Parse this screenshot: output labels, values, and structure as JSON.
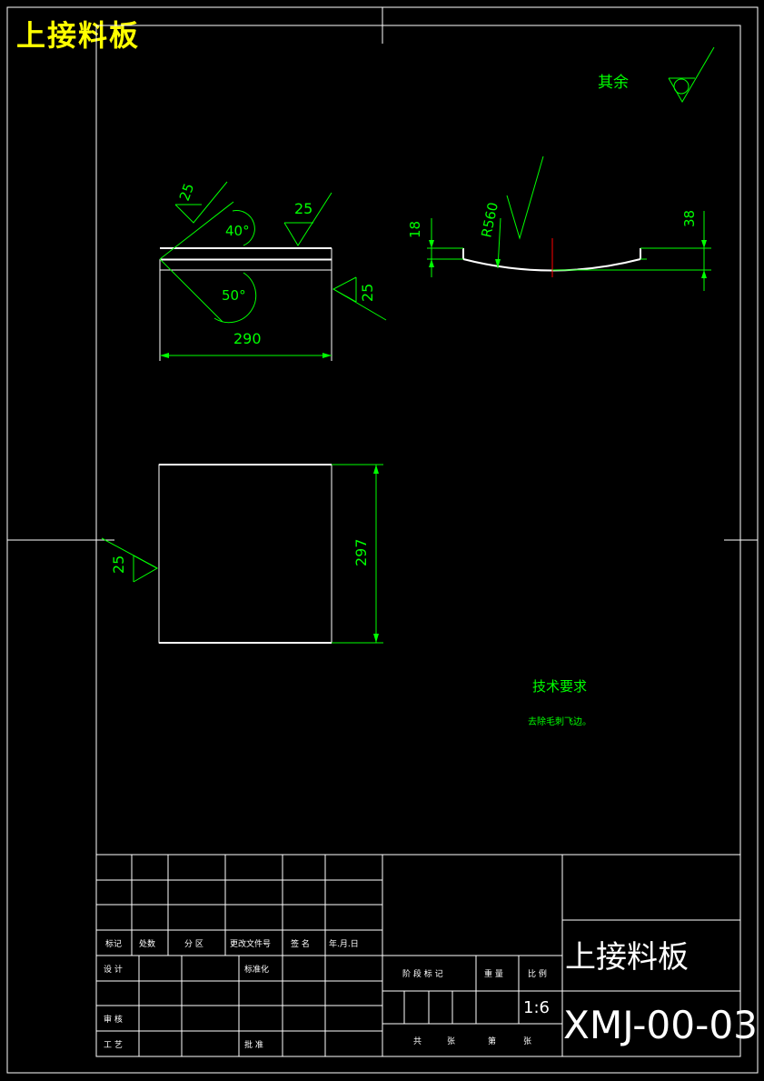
{
  "sheet_title": "上接料板",
  "roughness_default": {
    "label": "其余"
  },
  "front_view": {
    "roughness_values": [
      "25",
      "25",
      "25"
    ],
    "angle_top": "40°",
    "angle_bottom": "50°",
    "dim_width": "290"
  },
  "side_view": {
    "dim_left": "18",
    "dim_radius": "R560",
    "dim_right": "38"
  },
  "top_view": {
    "roughness_value": "25",
    "dim_height": "297"
  },
  "tech_requirements": {
    "title": "技术要求",
    "text": "去除毛刺飞边。"
  },
  "title_block": {
    "part_name": "上接料板",
    "drawing_number": "XMJ-00-03",
    "scale": "1:6",
    "headers": [
      "标记",
      "处数",
      "分 区",
      "更改文件号",
      "签 名",
      "年.月.日"
    ],
    "row_design": [
      "设 计",
      "标准化"
    ],
    "row_review": "审 核",
    "row_process": [
      "工 艺",
      "批 准"
    ],
    "stage_labels": [
      "阶 段 标 记",
      "重 量",
      "比 例"
    ],
    "sheet_labels": [
      "共",
      "张",
      "第",
      "张"
    ]
  }
}
